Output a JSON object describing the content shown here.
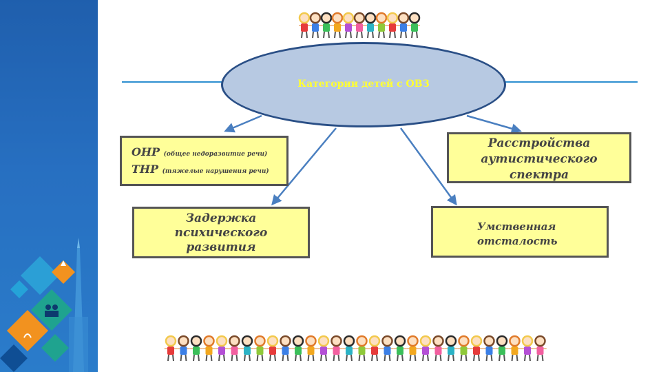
{
  "diagram": {
    "center": "Категории детей с ОВЗ",
    "boxes": {
      "onr_abbr": "ОНР",
      "onr_desc": "(общее недоразвитие речи)",
      "tnr_abbr": "ТНР",
      "tnr_desc": "(тяжелые нарушения речи)",
      "zpr": [
        "Задержка",
        "психического",
        "развития"
      ],
      "ras": [
        "Расстройства",
        "аутистического",
        "спектра"
      ],
      "uo": [
        "Умственная",
        "отсталость"
      ]
    }
  },
  "colors": {
    "sidebar": "#2a73c4",
    "ellipse_fill": "#b7c9e2",
    "ellipse_text": "#ffff33",
    "box_fill": "#ffff99",
    "arrow": "#4a7fc0"
  },
  "decorations": {
    "top_banner": "children-holding-hands",
    "bottom_banner": "children-holding-hands",
    "sidebar_art": "city-spire-and-diamond-tiles"
  }
}
